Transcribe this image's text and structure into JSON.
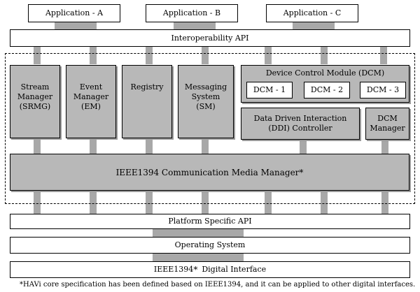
{
  "applications": {
    "app_a": "Application - A",
    "app_b": "Application - B",
    "app_c": "Application - C"
  },
  "interoperability_api": "Interoperability API",
  "modules": {
    "srmg": "Stream\nManager\n(SRMG)",
    "em": "Event\nManager\n(EM)",
    "registry": "Registry",
    "sm": "Messaging\nSystem\n(SM)"
  },
  "dcm": {
    "title": "Device Control Module (DCM)",
    "items": [
      "DCM - 1",
      "DCM - 2",
      "DCM - 3"
    ]
  },
  "ddi": "Data Driven Interaction\n(DDI) Controller",
  "dcm_manager": "DCM\nManager",
  "cmm": "IEEE1394 Communication Media Manager",
  "platform_api": "Platform Specific API",
  "os": "Operating System",
  "digital_interface": {
    "prefix": "IEEE1394",
    "suffix": "Digital Interface"
  },
  "asterisk": "*",
  "footnote": "HAVi core specification has been defined based on IEEE1394, and it can be applied to other digital interfaces."
}
